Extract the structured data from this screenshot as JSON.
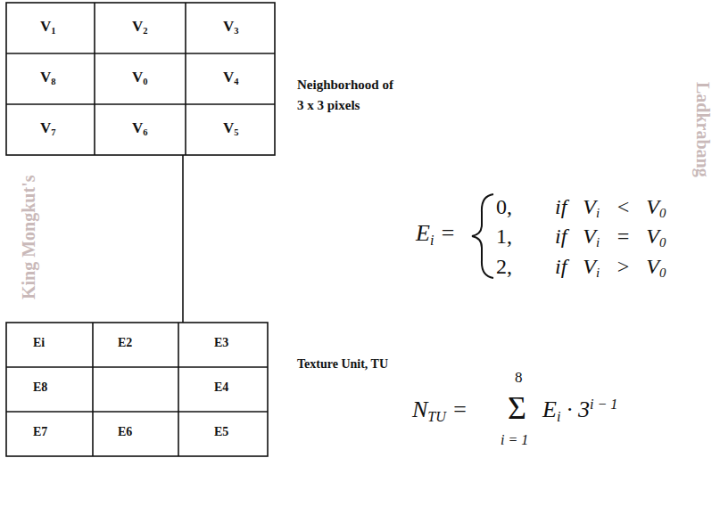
{
  "diagram": {
    "labels": [
      "V1",
      "V2",
      "V3",
      "V8",
      "V0",
      "V4",
      "V7",
      "V6",
      "V5",
      "Neighborhood of 3 x 3 pixels",
      "Ei =",
      "0,",
      "if Vi < V0",
      "1,",
      "if Vi = V0",
      "2,",
      "if Vi > V0",
      "Ei",
      "E2",
      "E3",
      "E8",
      "E4",
      "E7",
      "E6",
      "E5",
      "Texture Unit, TU",
      "NTU =",
      "8",
      "Σ",
      "i = 1",
      "Ei · 3i − 1",
      "King Mongkut's",
      "Ladkrabang"
    ]
  }
}
